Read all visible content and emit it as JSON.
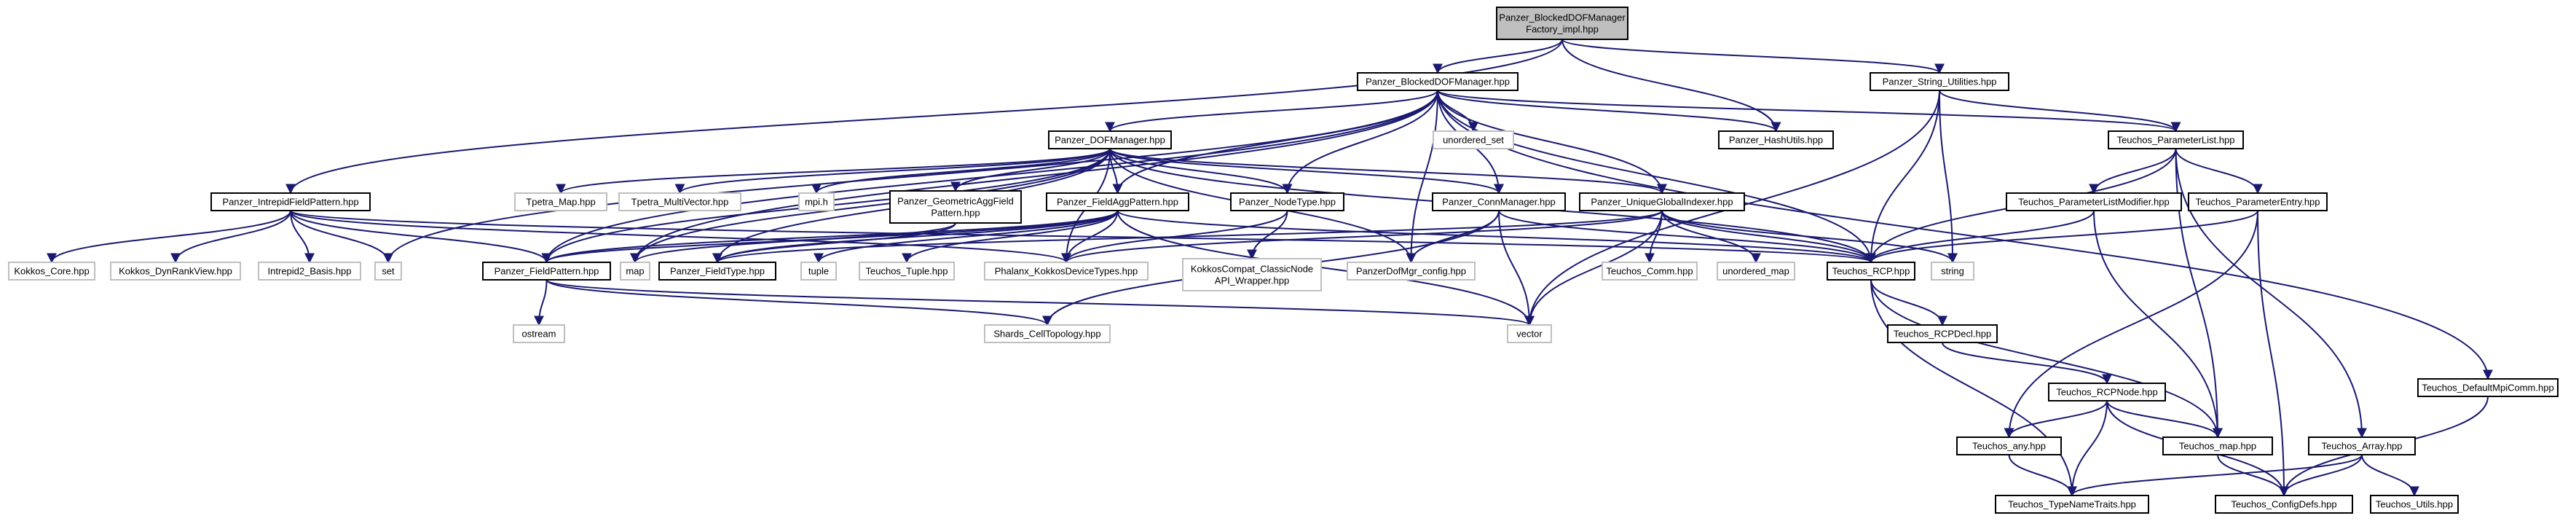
{
  "graph": {
    "colors": {
      "edge": "#191970",
      "node_border_dark": "#000000",
      "node_border_external": "#bfbfbf",
      "node_fill": "#ffffff",
      "root_fill": "#bfbfbf",
      "external_text": "#000000"
    },
    "nodes": [
      {
        "id": "root",
        "lines": [
          "Panzer_BlockedDOFManager",
          "Factory_impl.hpp"
        ],
        "kind": "root"
      },
      {
        "id": "blocked",
        "lines": [
          "Panzer_BlockedDOFManager.hpp"
        ],
        "kind": "file"
      },
      {
        "id": "strutil",
        "lines": [
          "Panzer_String_Utilities.hpp"
        ],
        "kind": "file"
      },
      {
        "id": "dofmgr",
        "lines": [
          "Panzer_DOFManager.hpp"
        ],
        "kind": "file"
      },
      {
        "id": "hashutils",
        "lines": [
          "Panzer_HashUtils.hpp"
        ],
        "kind": "file"
      },
      {
        "id": "paramlist",
        "lines": [
          "Teuchos_ParameterList.hpp"
        ],
        "kind": "file"
      },
      {
        "id": "defmpicomm",
        "lines": [
          "Teuchos_DefaultMpiComm.hpp"
        ],
        "kind": "file"
      },
      {
        "id": "unordset",
        "lines": [
          "unordered_set"
        ],
        "kind": "external"
      },
      {
        "id": "intrepidfp",
        "lines": [
          "Panzer_IntrepidFieldPattern.hpp"
        ],
        "kind": "file"
      },
      {
        "id": "tpetramap",
        "lines": [
          "Tpetra_Map.hpp"
        ],
        "kind": "external"
      },
      {
        "id": "tpetramv",
        "lines": [
          "Tpetra_MultiVector.hpp"
        ],
        "kind": "external"
      },
      {
        "id": "mpih",
        "lines": [
          "mpi.h"
        ],
        "kind": "external"
      },
      {
        "id": "geomagg",
        "lines": [
          "Panzer_GeometricAggField",
          "Pattern.hpp"
        ],
        "kind": "file"
      },
      {
        "id": "fieldagg",
        "lines": [
          "Panzer_FieldAggPattern.hpp"
        ],
        "kind": "file"
      },
      {
        "id": "nodetype",
        "lines": [
          "Panzer_NodeType.hpp"
        ],
        "kind": "file"
      },
      {
        "id": "connmgr",
        "lines": [
          "Panzer_ConnManager.hpp"
        ],
        "kind": "file"
      },
      {
        "id": "ugi",
        "lines": [
          "Panzer_UniqueGlobalIndexer.hpp"
        ],
        "kind": "file"
      },
      {
        "id": "plmod",
        "lines": [
          "Teuchos_ParameterListModifier.hpp"
        ],
        "kind": "file"
      },
      {
        "id": "paramentry",
        "lines": [
          "Teuchos_ParameterEntry.hpp"
        ],
        "kind": "file"
      },
      {
        "id": "kokkoscore",
        "lines": [
          "Kokkos_Core.hpp"
        ],
        "kind": "external"
      },
      {
        "id": "kokkosdrv",
        "lines": [
          "Kokkos_DynRankView.hpp"
        ],
        "kind": "external"
      },
      {
        "id": "intrepidbasis",
        "lines": [
          "Intrepid2_Basis.hpp"
        ],
        "kind": "external"
      },
      {
        "id": "set",
        "lines": [
          "set"
        ],
        "kind": "external"
      },
      {
        "id": "fieldpattern",
        "lines": [
          "Panzer_FieldPattern.hpp"
        ],
        "kind": "file"
      },
      {
        "id": "map",
        "lines": [
          "map"
        ],
        "kind": "external"
      },
      {
        "id": "fieldtype",
        "lines": [
          "Panzer_FieldType.hpp"
        ],
        "kind": "file"
      },
      {
        "id": "tuple",
        "lines": [
          "tuple"
        ],
        "kind": "external"
      },
      {
        "id": "teuchostuple",
        "lines": [
          "Teuchos_Tuple.hpp"
        ],
        "kind": "external"
      },
      {
        "id": "phalanx",
        "lines": [
          "Phalanx_KokkosDeviceTypes.hpp"
        ],
        "kind": "external"
      },
      {
        "id": "kokkoscompat",
        "lines": [
          "KokkosCompat_ClassicNode",
          "API_Wrapper.hpp"
        ],
        "kind": "external"
      },
      {
        "id": "dofmgrconfig",
        "lines": [
          "PanzerDofMgr_config.hpp"
        ],
        "kind": "external"
      },
      {
        "id": "teuchoscomm",
        "lines": [
          "Teuchos_Comm.hpp"
        ],
        "kind": "external"
      },
      {
        "id": "unordmap",
        "lines": [
          "unordered_map"
        ],
        "kind": "external"
      },
      {
        "id": "rcp",
        "lines": [
          "Teuchos_RCP.hpp"
        ],
        "kind": "file"
      },
      {
        "id": "string",
        "lines": [
          "string"
        ],
        "kind": "external"
      },
      {
        "id": "ostream",
        "lines": [
          "ostream"
        ],
        "kind": "external"
      },
      {
        "id": "shards",
        "lines": [
          "Shards_CellTopology.hpp"
        ],
        "kind": "external"
      },
      {
        "id": "vector",
        "lines": [
          "vector"
        ],
        "kind": "external"
      },
      {
        "id": "rcpdecl",
        "lines": [
          "Teuchos_RCPDecl.hpp"
        ],
        "kind": "file"
      },
      {
        "id": "rcpnode",
        "lines": [
          "Teuchos_RCPNode.hpp"
        ],
        "kind": "file"
      },
      {
        "id": "any",
        "lines": [
          "Teuchos_any.hpp"
        ],
        "kind": "file"
      },
      {
        "id": "tmap",
        "lines": [
          "Teuchos_map.hpp"
        ],
        "kind": "file"
      },
      {
        "id": "array",
        "lines": [
          "Teuchos_Array.hpp"
        ],
        "kind": "file"
      },
      {
        "id": "typenametraits",
        "lines": [
          "Teuchos_TypeNameTraits.hpp"
        ],
        "kind": "file"
      },
      {
        "id": "configdefs",
        "lines": [
          "Teuchos_ConfigDefs.hpp"
        ],
        "kind": "file"
      },
      {
        "id": "utils",
        "lines": [
          "Teuchos_Utils.hpp"
        ],
        "kind": "file"
      }
    ],
    "edges": [
      [
        "root",
        "blocked"
      ],
      [
        "root",
        "strutil"
      ],
      [
        "root",
        "intrepidfp"
      ],
      [
        "root",
        "hashutils"
      ],
      [
        "blocked",
        "dofmgr"
      ],
      [
        "blocked",
        "hashutils"
      ],
      [
        "blocked",
        "paramlist"
      ],
      [
        "blocked",
        "defmpicomm"
      ],
      [
        "blocked",
        "unordset"
      ],
      [
        "blocked",
        "set"
      ],
      [
        "blocked",
        "fieldpattern"
      ],
      [
        "blocked",
        "map"
      ],
      [
        "blocked",
        "fieldagg"
      ],
      [
        "blocked",
        "nodetype"
      ],
      [
        "blocked",
        "connmgr"
      ],
      [
        "blocked",
        "ugi"
      ],
      [
        "blocked",
        "rcp"
      ],
      [
        "blocked",
        "dofmgrconfig"
      ],
      [
        "strutil",
        "paramlist"
      ],
      [
        "strutil",
        "rcp"
      ],
      [
        "strutil",
        "string"
      ],
      [
        "strutil",
        "vector"
      ],
      [
        "dofmgr",
        "tpetramap"
      ],
      [
        "dofmgr",
        "tpetramv"
      ],
      [
        "dofmgr",
        "mpih"
      ],
      [
        "dofmgr",
        "geomagg"
      ],
      [
        "dofmgr",
        "fieldagg"
      ],
      [
        "dofmgr",
        "nodetype"
      ],
      [
        "dofmgr",
        "connmgr"
      ],
      [
        "dofmgr",
        "ugi"
      ],
      [
        "dofmgr",
        "fieldpattern"
      ],
      [
        "dofmgr",
        "fieldtype"
      ],
      [
        "dofmgr",
        "map"
      ],
      [
        "dofmgr",
        "rcp"
      ],
      [
        "dofmgr",
        "dofmgrconfig"
      ],
      [
        "dofmgr",
        "phalanx"
      ],
      [
        "intrepidfp",
        "kokkoscore"
      ],
      [
        "intrepidfp",
        "kokkosdrv"
      ],
      [
        "intrepidfp",
        "intrepidbasis"
      ],
      [
        "intrepidfp",
        "set"
      ],
      [
        "intrepidfp",
        "fieldpattern"
      ],
      [
        "intrepidfp",
        "rcp"
      ],
      [
        "intrepidfp",
        "phalanx"
      ],
      [
        "geomagg",
        "fieldpattern"
      ],
      [
        "geomagg",
        "fieldtype"
      ],
      [
        "fieldagg",
        "fieldpattern"
      ],
      [
        "fieldagg",
        "fieldtype"
      ],
      [
        "fieldagg",
        "map"
      ],
      [
        "fieldagg",
        "tuple"
      ],
      [
        "fieldagg",
        "teuchostuple"
      ],
      [
        "fieldagg",
        "phalanx"
      ],
      [
        "fieldagg",
        "rcp"
      ],
      [
        "fieldagg",
        "vector"
      ],
      [
        "nodetype",
        "phalanx"
      ],
      [
        "nodetype",
        "kokkoscompat"
      ],
      [
        "connmgr",
        "dofmgrconfig"
      ],
      [
        "connmgr",
        "rcp"
      ],
      [
        "connmgr",
        "shards"
      ],
      [
        "connmgr",
        "vector"
      ],
      [
        "ugi",
        "fieldtype"
      ],
      [
        "ugi",
        "phalanx"
      ],
      [
        "ugi",
        "teuchoscomm"
      ],
      [
        "ugi",
        "unordmap"
      ],
      [
        "ugi",
        "rcp"
      ],
      [
        "ugi",
        "string"
      ],
      [
        "ugi",
        "vector"
      ],
      [
        "fieldpattern",
        "ostream"
      ],
      [
        "fieldpattern",
        "shards"
      ],
      [
        "fieldpattern",
        "vector"
      ],
      [
        "paramlist",
        "plmod"
      ],
      [
        "paramlist",
        "paramentry"
      ],
      [
        "paramlist",
        "rcp"
      ],
      [
        "paramlist",
        "array"
      ],
      [
        "paramlist",
        "tmap"
      ],
      [
        "plmod",
        "rcp"
      ],
      [
        "plmod",
        "tmap"
      ],
      [
        "paramentry",
        "rcp"
      ],
      [
        "paramentry",
        "any"
      ],
      [
        "paramentry",
        "configdefs"
      ],
      [
        "defmpicomm",
        "configdefs"
      ],
      [
        "rcp",
        "rcpdecl"
      ],
      [
        "rcp",
        "tmap"
      ],
      [
        "rcp",
        "typenametraits"
      ],
      [
        "rcpdecl",
        "rcpnode"
      ],
      [
        "rcpnode",
        "any"
      ],
      [
        "rcpnode",
        "tmap"
      ],
      [
        "rcpnode",
        "typenametraits"
      ],
      [
        "rcpnode",
        "configdefs"
      ],
      [
        "any",
        "typenametraits"
      ],
      [
        "tmap",
        "configdefs"
      ],
      [
        "array",
        "typenametraits"
      ],
      [
        "array",
        "configdefs"
      ],
      [
        "array",
        "utils"
      ]
    ]
  }
}
